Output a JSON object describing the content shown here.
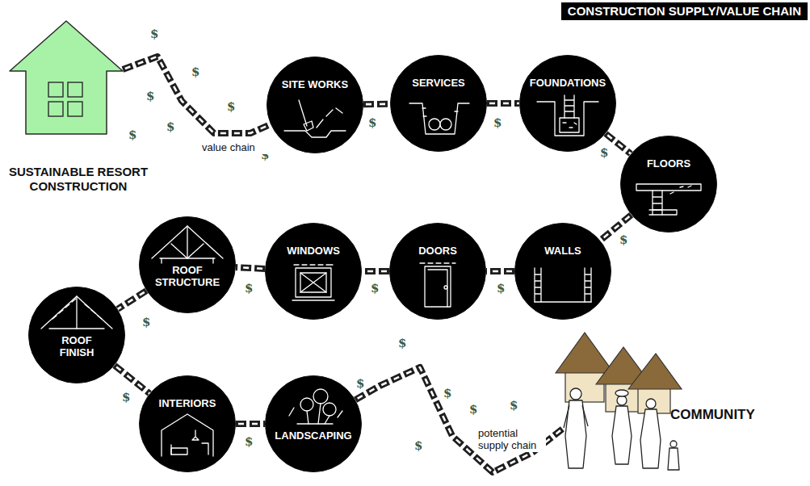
{
  "diagram": {
    "title": "CONSTRUCTION SUPPLY/VALUE CHAIN",
    "nodes": [
      {
        "text": [
          "SUSTAINABLE RESORT CONSTRUCTION"
        ]
      },
      {
        "text": [
          "SITE WORKS"
        ]
      },
      {
        "text": [
          "SERVICES"
        ]
      },
      {
        "text": [
          "FOUNDATIONS"
        ]
      },
      {
        "text": [
          "FLOORS"
        ]
      },
      {
        "text": [
          "WALLS"
        ]
      },
      {
        "text": [
          "DOORS"
        ]
      },
      {
        "text": [
          "WINDOWS"
        ]
      },
      {
        "text": [
          "ROOF STRUCTURE"
        ]
      },
      {
        "text": [
          "ROOF FINISH"
        ]
      },
      {
        "text": [
          "INTERIORS"
        ]
      },
      {
        "text": [
          "LANDSCAPING"
        ]
      },
      {
        "text": [
          "COMMUNITY"
        ]
      }
    ],
    "edges": [
      {
        "from": 0,
        "to": 1,
        "label": "value chain",
        "arrow": "none"
      },
      {
        "from": 1,
        "to": 2,
        "arrow": "none"
      },
      {
        "from": 2,
        "to": 3,
        "arrow": "none"
      },
      {
        "from": 3,
        "to": 4,
        "arrow": "none"
      },
      {
        "from": 4,
        "to": 5,
        "arrow": "none"
      },
      {
        "from": 5,
        "to": 6,
        "arrow": "none"
      },
      {
        "from": 6,
        "to": 7,
        "arrow": "none"
      },
      {
        "from": 7,
        "to": 8,
        "arrow": "none"
      },
      {
        "from": 8,
        "to": 9,
        "arrow": "none"
      },
      {
        "from": 9,
        "to": 10,
        "arrow": "none"
      },
      {
        "from": 10,
        "to": 11,
        "arrow": "none"
      },
      {
        "from": 11,
        "to": 12,
        "label": "potential supply chain",
        "arrow": "none"
      }
    ],
    "labels": [
      "$",
      "$",
      "$",
      "$",
      "$",
      "$",
      "$",
      "$",
      "$",
      "$",
      "$",
      "$",
      "$",
      "$",
      "$",
      "$",
      "$",
      "$",
      "$",
      "$",
      "$",
      "$",
      "$"
    ]
  }
}
